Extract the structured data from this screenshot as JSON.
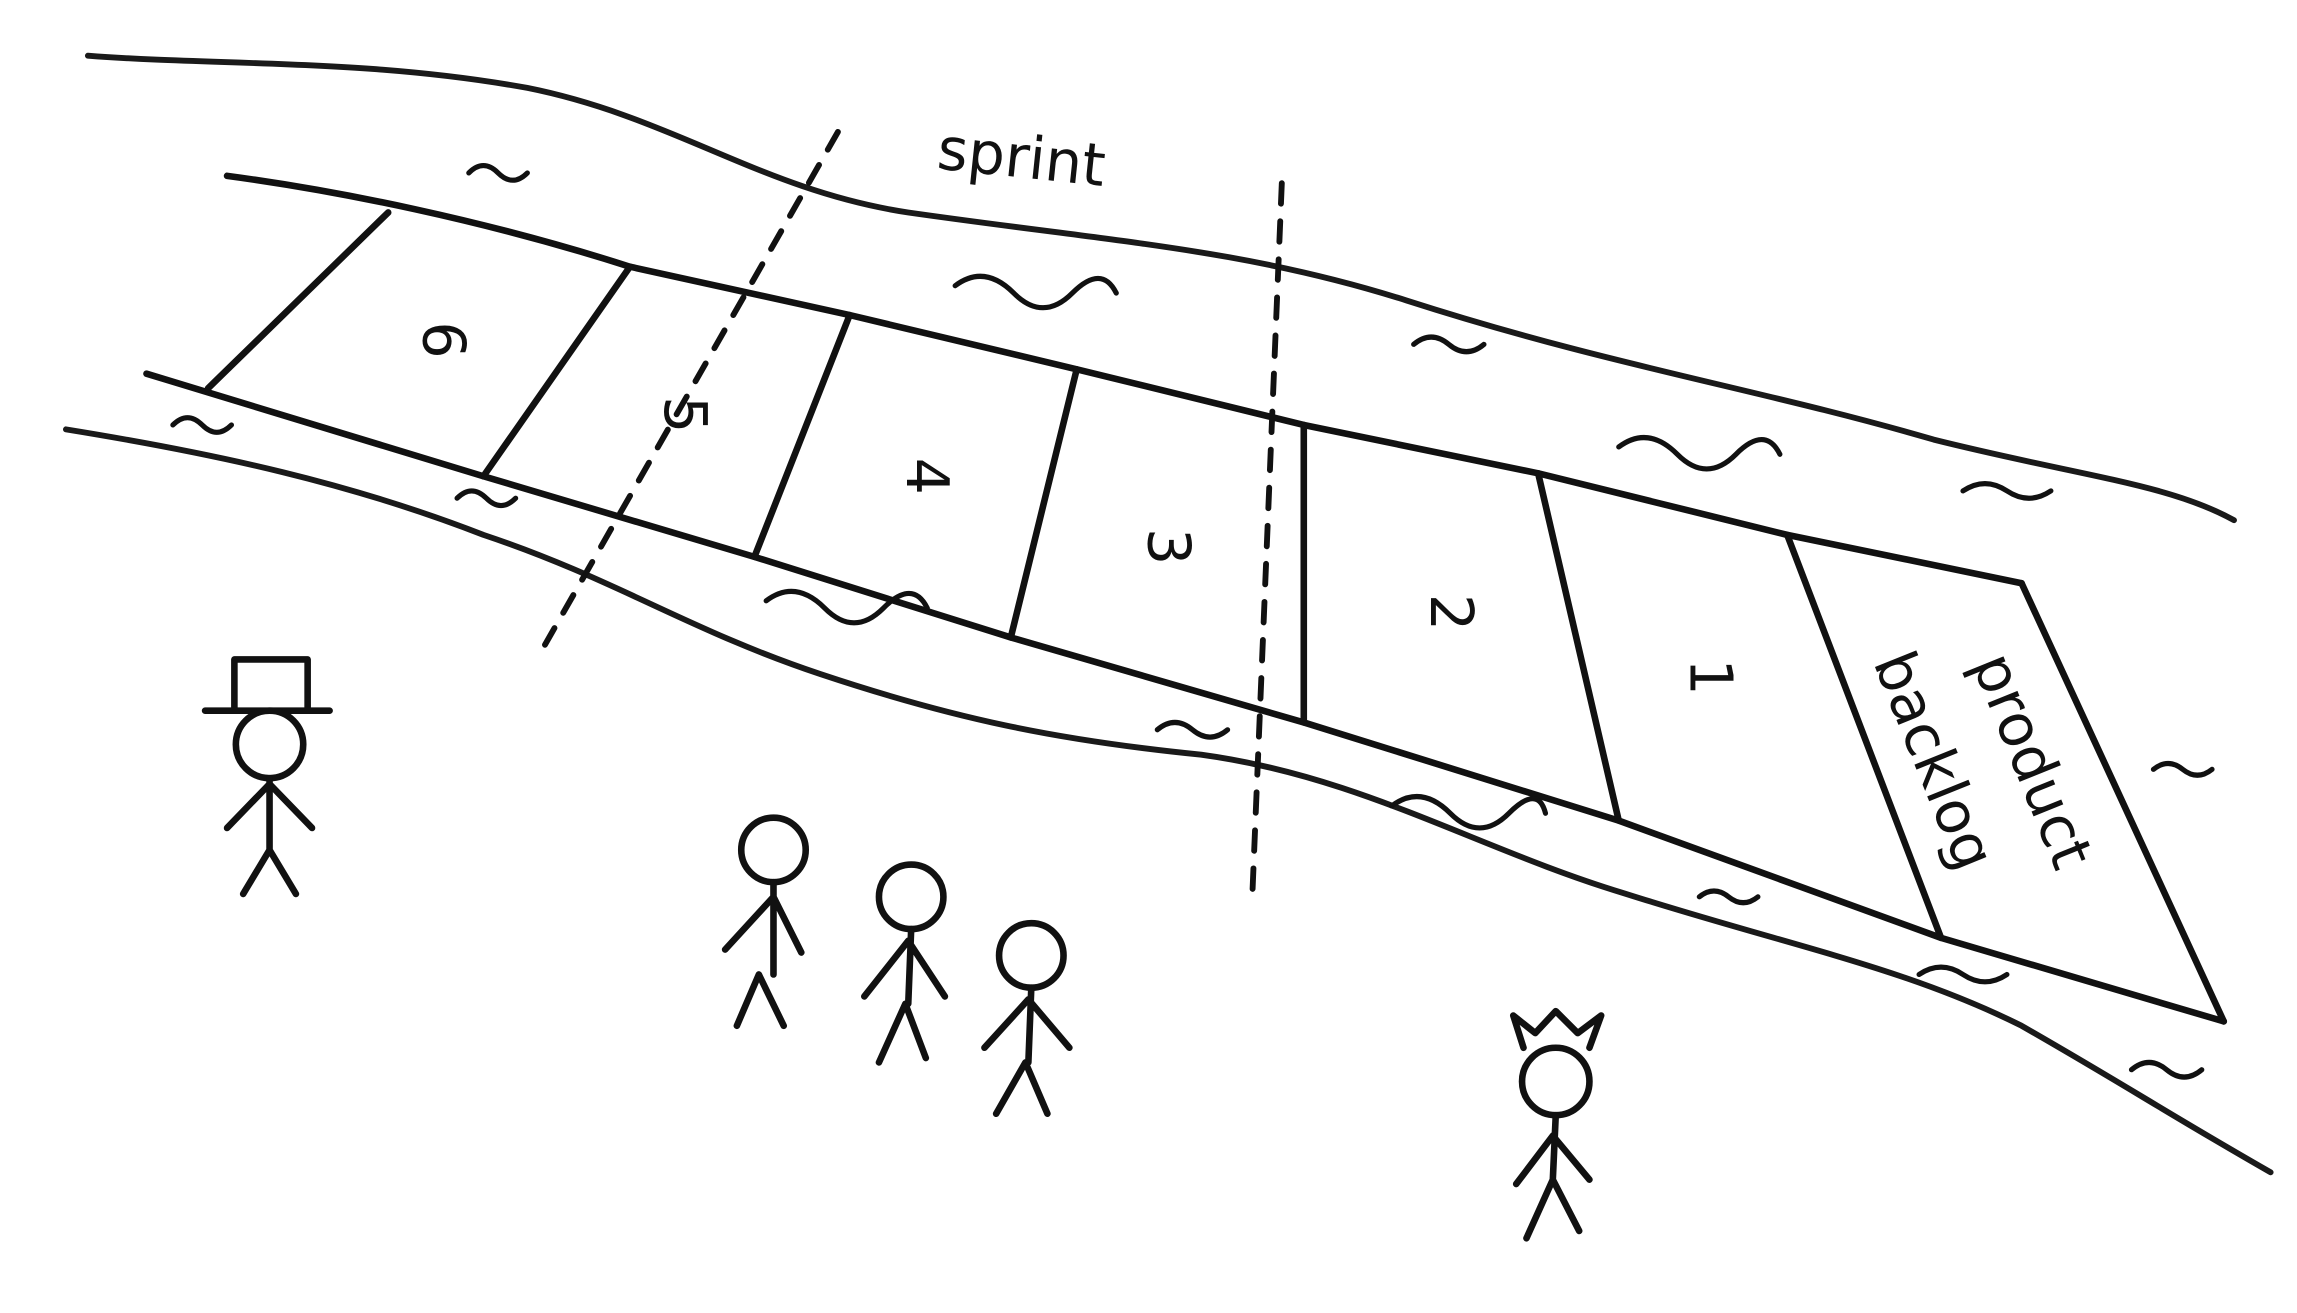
{
  "diagram": {
    "sprint_label": "sprint",
    "planks": [
      "6",
      "5",
      "4",
      "3",
      "2",
      "1"
    ],
    "backlog_label": [
      "product",
      "backlog"
    ],
    "figures": [
      "stakeholder-top-hat",
      "team-member",
      "team-member",
      "team-member",
      "product-owner-crown"
    ],
    "ink_color": "#111111"
  }
}
